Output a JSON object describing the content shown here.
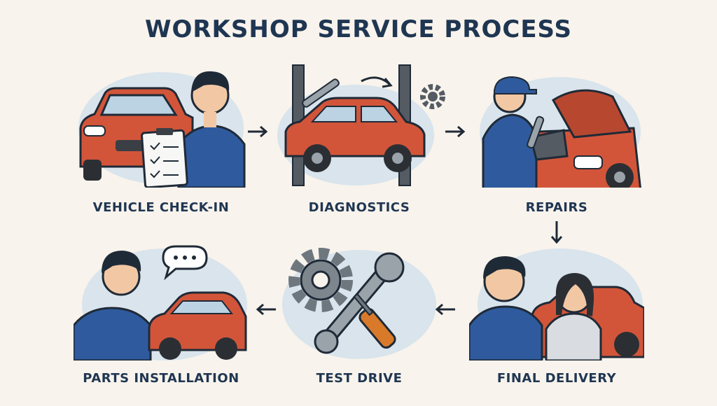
{
  "title": "WORKSHOP SERVICE PROCESS",
  "steps": [
    {
      "label": "VEHICLE CHECK-IN",
      "icon": "mechanic-with-clipboard-and-car"
    },
    {
      "label": "DIAGNOSTICS",
      "icon": "car-on-lift-with-wrench-and-gear"
    },
    {
      "label": "REPAIRS",
      "icon": "mechanic-with-laptop-at-open-hood"
    },
    {
      "label": "FINAL DELIVERY",
      "icon": "mechanic-and-customer-with-car"
    },
    {
      "label": "TEST DRIVE",
      "icon": "gear-wrench-screwdriver"
    },
    {
      "label": "PARTS INSTALLATION",
      "icon": "man-with-speech-bubble-and-car"
    }
  ],
  "colors": {
    "title": "#1f3652",
    "car": "#d2553a",
    "shirt": "#2f5b9e",
    "blob": "#d9e4ec",
    "tool": "#7d858d",
    "handle": "#d87a2a"
  }
}
